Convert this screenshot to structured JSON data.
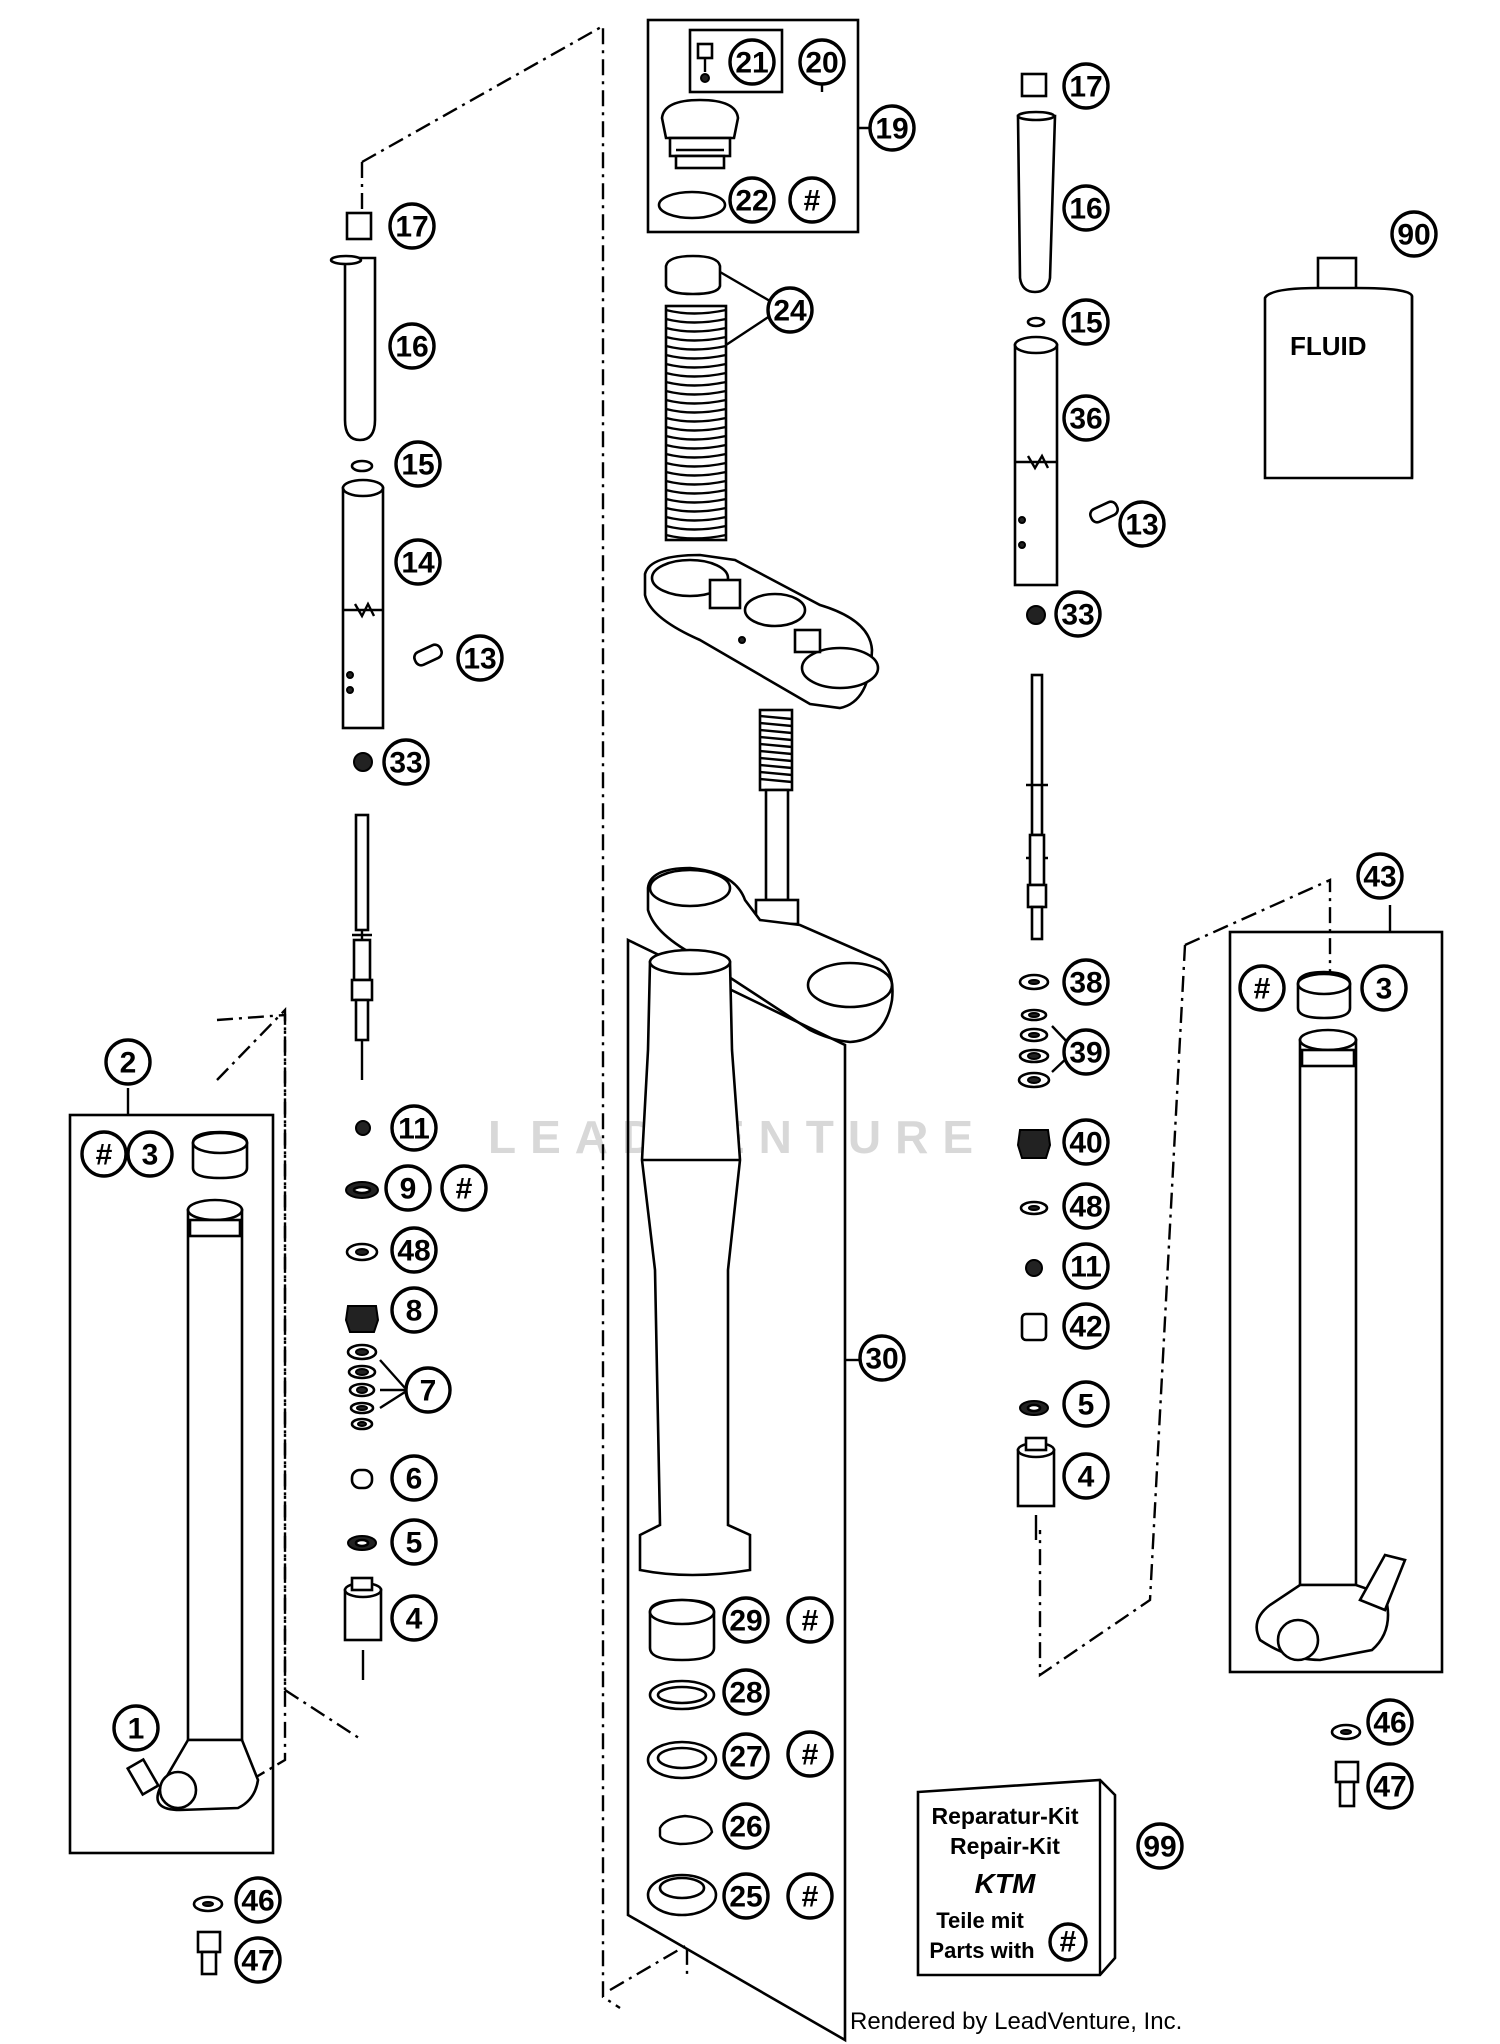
{
  "watermark": "LEADVENTURE",
  "credit": "Rendered by LeadVenture, Inc.",
  "fluid_label": "FLUID",
  "repair_kit": {
    "line1": "Reparatur-Kit",
    "line2": "Repair-Kit",
    "brand": "KTM",
    "line3": "Teile mit",
    "line4": "Parts with",
    "symbol": "#"
  },
  "callouts": [
    {
      "id": "c20",
      "text": "20"
    },
    {
      "id": "c21",
      "text": "21"
    },
    {
      "id": "c19",
      "text": "19"
    },
    {
      "id": "c22",
      "text": "22"
    },
    {
      "id": "c22h",
      "text": "#"
    },
    {
      "id": "c24",
      "text": "24"
    },
    {
      "id": "c17a",
      "text": "17"
    },
    {
      "id": "c16a",
      "text": "16"
    },
    {
      "id": "c15a",
      "text": "15"
    },
    {
      "id": "c14",
      "text": "14"
    },
    {
      "id": "c13a",
      "text": "13"
    },
    {
      "id": "c33a",
      "text": "33"
    },
    {
      "id": "c17b",
      "text": "17"
    },
    {
      "id": "c16b",
      "text": "16"
    },
    {
      "id": "c15b",
      "text": "15"
    },
    {
      "id": "c36",
      "text": "36"
    },
    {
      "id": "c13b",
      "text": "13"
    },
    {
      "id": "c33b",
      "text": "33"
    },
    {
      "id": "c90",
      "text": "90"
    },
    {
      "id": "c43",
      "text": "43"
    },
    {
      "id": "c43h",
      "text": "#"
    },
    {
      "id": "c3b",
      "text": "3"
    },
    {
      "id": "c2",
      "text": "2"
    },
    {
      "id": "c2h",
      "text": "#"
    },
    {
      "id": "c3a",
      "text": "3"
    },
    {
      "id": "c11a",
      "text": "11"
    },
    {
      "id": "c9",
      "text": "9"
    },
    {
      "id": "c9h",
      "text": "#"
    },
    {
      "id": "c48a",
      "text": "48"
    },
    {
      "id": "c8",
      "text": "8"
    },
    {
      "id": "c7",
      "text": "7"
    },
    {
      "id": "c6",
      "text": "6"
    },
    {
      "id": "c5a",
      "text": "5"
    },
    {
      "id": "c4a",
      "text": "4"
    },
    {
      "id": "c1",
      "text": "1"
    },
    {
      "id": "c46a",
      "text": "46"
    },
    {
      "id": "c47a",
      "text": "47"
    },
    {
      "id": "c38",
      "text": "38"
    },
    {
      "id": "c39",
      "text": "39"
    },
    {
      "id": "c40",
      "text": "40"
    },
    {
      "id": "c48b",
      "text": "48"
    },
    {
      "id": "c11b",
      "text": "11"
    },
    {
      "id": "c42",
      "text": "42"
    },
    {
      "id": "c5b",
      "text": "5"
    },
    {
      "id": "c4b",
      "text": "4"
    },
    {
      "id": "c30",
      "text": "30"
    },
    {
      "id": "c29",
      "text": "29"
    },
    {
      "id": "c29h",
      "text": "#"
    },
    {
      "id": "c28",
      "text": "28"
    },
    {
      "id": "c27",
      "text": "27"
    },
    {
      "id": "c27h",
      "text": "#"
    },
    {
      "id": "c26",
      "text": "26"
    },
    {
      "id": "c25",
      "text": "25"
    },
    {
      "id": "c25h",
      "text": "#"
    },
    {
      "id": "c99",
      "text": "99"
    },
    {
      "id": "c46b",
      "text": "46"
    },
    {
      "id": "c47b",
      "text": "47"
    }
  ]
}
